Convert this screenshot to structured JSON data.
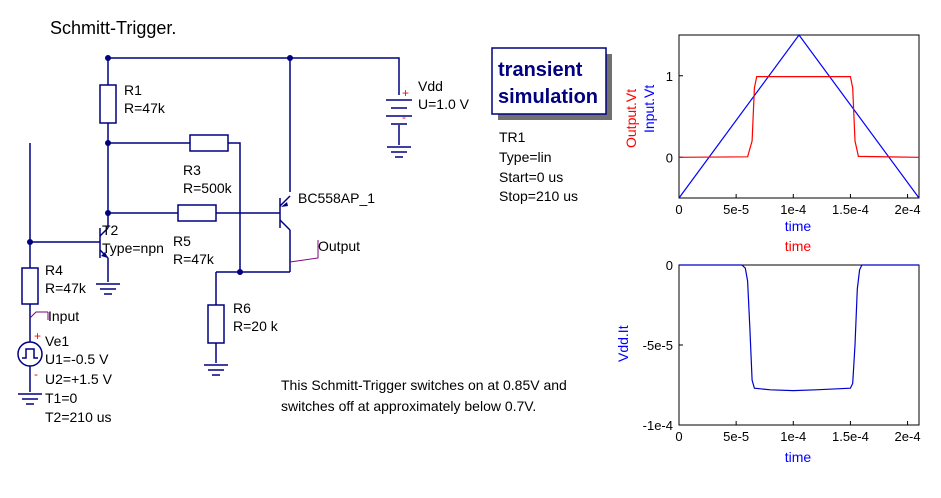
{
  "title": "Schmitt-Trigger.",
  "note": [
    "This Schmitt-Trigger switches on at 0.85V and",
    "switches off at approximately below 0.7V."
  ],
  "components": {
    "r1": [
      "R1",
      "R=47k"
    ],
    "r3": [
      "R3",
      "R=500k"
    ],
    "r4": [
      "R4",
      "R=47k"
    ],
    "r5": [
      "R5",
      "R=47k"
    ],
    "r6": [
      "R6",
      "R=20 k"
    ],
    "t2": [
      "T2",
      "Type=npn"
    ],
    "bc": "BC558AP_1",
    "vdd": [
      "Vdd",
      "U=1.0 V"
    ],
    "ve1": [
      "Ve1",
      "U1=-0.5 V",
      "U2=+1.5 V",
      "T1=0",
      "T2=210 us"
    ],
    "input_label": "Input",
    "output_label": "Output"
  },
  "simulation": {
    "title": [
      "transient",
      "simulation"
    ],
    "params": [
      "TR1",
      "Type=lin",
      "Start=0 us",
      "Stop=210 us"
    ]
  },
  "colors": {
    "wire": "#000080",
    "output": "#ff0000",
    "input": "#0000ff",
    "current": "#0000cc",
    "terminal": "#800080"
  },
  "chart_data": [
    {
      "type": "line",
      "xlabel": [
        "time",
        "time"
      ],
      "ylabel": [
        "Output.Vt",
        "Input.Vt"
      ],
      "xlim": [
        0,
        0.00021
      ],
      "ylim": [
        -0.5,
        1.5
      ],
      "xticks": [
        "0",
        "5e-5",
        "1e-4",
        "1.5e-4",
        "2e-4"
      ],
      "yticks": [
        {
          "v": 0,
          "label": "0"
        },
        {
          "v": 1,
          "label": "1"
        }
      ],
      "grid": false,
      "series": [
        {
          "name": "Input.Vt",
          "color": "#0000ff",
          "x": [
            0,
            0.000105,
            0.00021
          ],
          "y": [
            -0.5,
            1.5,
            -0.5
          ]
        },
        {
          "name": "Output.Vt",
          "color": "#ff0000",
          "x": [
            0,
            6e-05,
            6.4e-05,
            6.6e-05,
            6.8e-05,
            0.00015,
            0.000152,
            0.000154,
            0.000157,
            0.00021
          ],
          "y": [
            0,
            0.005,
            0.2,
            0.85,
            0.99,
            0.99,
            0.85,
            0.2,
            0.01,
            0
          ]
        }
      ]
    },
    {
      "type": "line",
      "xlabel": "time",
      "ylabel": "Vdd.It",
      "xlim": [
        0,
        0.00021
      ],
      "ylim": [
        -0.0001,
        0
      ],
      "xticks": [
        "0",
        "5e-5",
        "1e-4",
        "1.5e-4",
        "2e-4"
      ],
      "yticks": [
        {
          "v": 0,
          "label": "0"
        },
        {
          "v": -5e-05,
          "label": "-5e-5"
        },
        {
          "v": -0.0001,
          "label": "-1e-4"
        }
      ],
      "grid": false,
      "series": [
        {
          "name": "Vdd.It",
          "color": "#0000cc",
          "x": [
            0,
            5.5e-05,
            5.8e-05,
            6e-05,
            6.2e-05,
            6.4e-05,
            6.6e-05,
            8e-05,
            0.0001,
            0.00012,
            0.00015,
            0.000152,
            0.000154,
            0.000156,
            0.000158,
            0.00016,
            0.00021
          ],
          "y": [
            0,
            0,
            -2e-06,
            -1e-05,
            -4e-05,
            -7.2e-05,
            -7.7e-05,
            -7.8e-05,
            -7.85e-05,
            -7.8e-05,
            -7.7e-05,
            -7.4e-05,
            -5e-05,
            -1.5e-05,
            -3e-06,
            0,
            0
          ]
        }
      ]
    }
  ]
}
